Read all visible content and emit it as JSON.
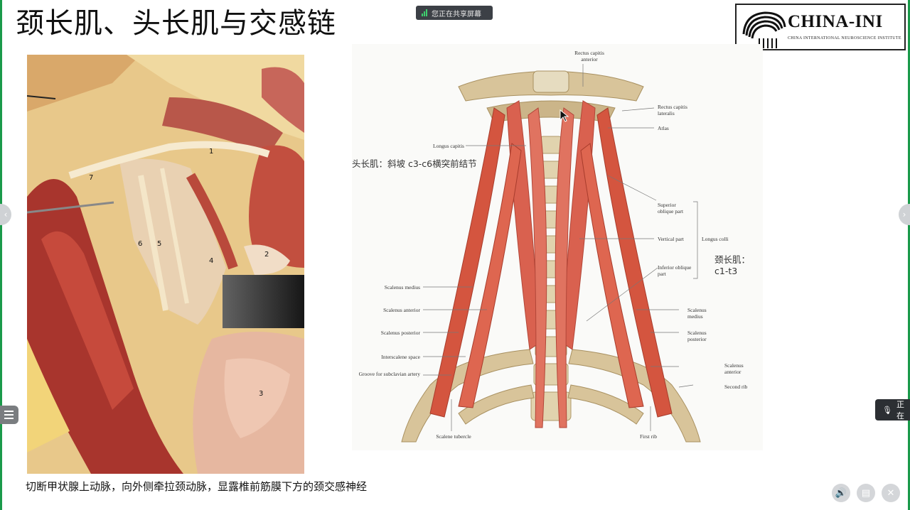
{
  "slide": {
    "title": "颈长肌、头长肌与交感链",
    "caption": "切断甲状腺上动脉，向外侧牵拉颈动脉，显露椎前筋膜下方的颈交感神经"
  },
  "share_banner": {
    "label": "您正在共享屏幕",
    "icon": "signal-bars-icon"
  },
  "logo": {
    "name": "CHINA-INI",
    "subtitle": "CHINA INTERNATIONAL NEUROSCIENCE INSTITUTE"
  },
  "photo_labels": [
    "1",
    "7",
    "6",
    "5",
    "4",
    "2",
    "3"
  ],
  "diagram": {
    "annotation_longus_capitis": "头长肌：斜坡 c3-c6横突前结节",
    "annotation_longus_colli": "颈长肌：c1-t3",
    "labels": {
      "rectus_capitis_anterior": "Rectus capitis anterior",
      "rectus_capitis_lateralis": "Rectus capitis lateralis",
      "atlas": "Atlas",
      "longus_capitis": "Longus capitis",
      "superior_oblique": "Superior oblique part",
      "vertical_part": "Vertical part",
      "longus_colli": "Longus colli",
      "inferior_oblique": "Inferior oblique part",
      "scalenus_medius_l": "Scalenus medius",
      "scalenus_anterior_l": "Scalenus anterior",
      "scalenus_posterior_l": "Scalenus posterior",
      "interscalene": "Interscalene space",
      "groove": "Groove for subclavian artery",
      "scalene_tubercle": "Scalene tubercle",
      "first_rib": "First rib",
      "second_rib": "Second rib",
      "scalenus_anterior_r": "Scalenus anterior",
      "scalenus_medius_r": "Scalenus medius",
      "scalenus_posterior_r": "Scalenus posterior"
    }
  },
  "mic_pill": {
    "label": "正在"
  },
  "colors": {
    "accent_green": "#1a9a4a",
    "muscle": "#d9614f",
    "bone": "#d8c49a"
  }
}
